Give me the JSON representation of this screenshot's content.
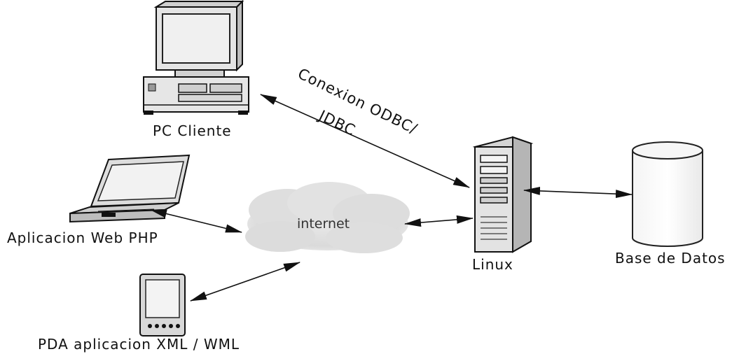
{
  "nodes": {
    "pc": {
      "label": "PC Cliente",
      "icon": "desktop-computer-icon"
    },
    "laptop": {
      "label": "Aplicacion Web  PHP",
      "icon": "laptop-icon"
    },
    "pda": {
      "label": "PDA aplicacion  XML / WML",
      "icon": "pda-icon"
    },
    "cloud": {
      "label": "internet",
      "icon": "cloud-icon"
    },
    "server": {
      "label": "Linux",
      "icon": "server-tower-icon"
    },
    "database": {
      "label": "Base de Datos",
      "icon": "database-cylinder-icon"
    }
  },
  "connections": {
    "odbc_label_line1": "Conexion ODBC/",
    "odbc_label_line2": "JDBC"
  },
  "colors": {
    "line": "#111111",
    "cloud": "#dcdcdc",
    "device_fill": "#e6e6e6"
  }
}
